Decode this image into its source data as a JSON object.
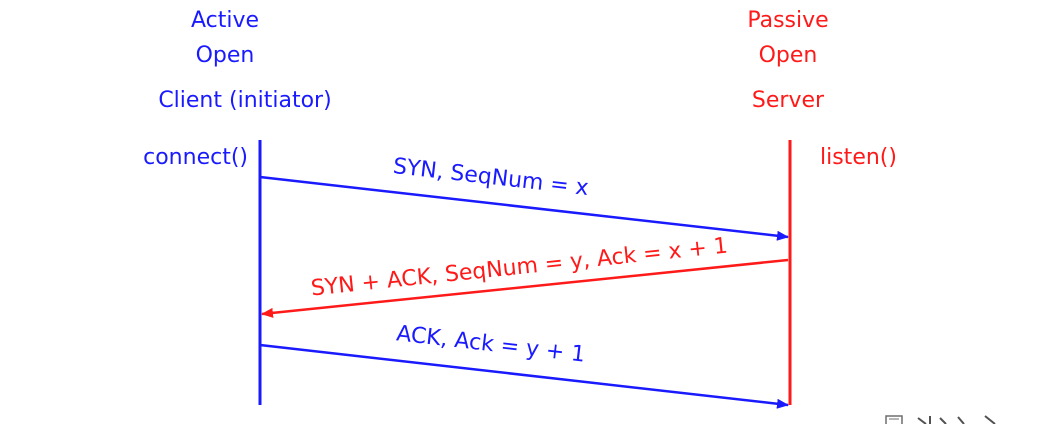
{
  "client": {
    "mode_line1": "Active",
    "mode_line2": "Open",
    "role": "Client (initiator)",
    "call": "connect()",
    "color": "#1a1aff"
  },
  "server": {
    "mode_line1": "Passive",
    "mode_line2": "Open",
    "role": "Server",
    "call": "listen()",
    "color": "#ff1a1a"
  },
  "messages": [
    {
      "label": "SYN, SeqNum = x",
      "direction": "client-to-server",
      "color": "#1a1aff"
    },
    {
      "label": "SYN + ACK, SeqNum = y, Ack = x + 1",
      "direction": "server-to-client",
      "color": "#ff1a1a"
    },
    {
      "label": "ACK, Ack = y + 1",
      "direction": "client-to-server",
      "color": "#1a1aff"
    }
  ]
}
